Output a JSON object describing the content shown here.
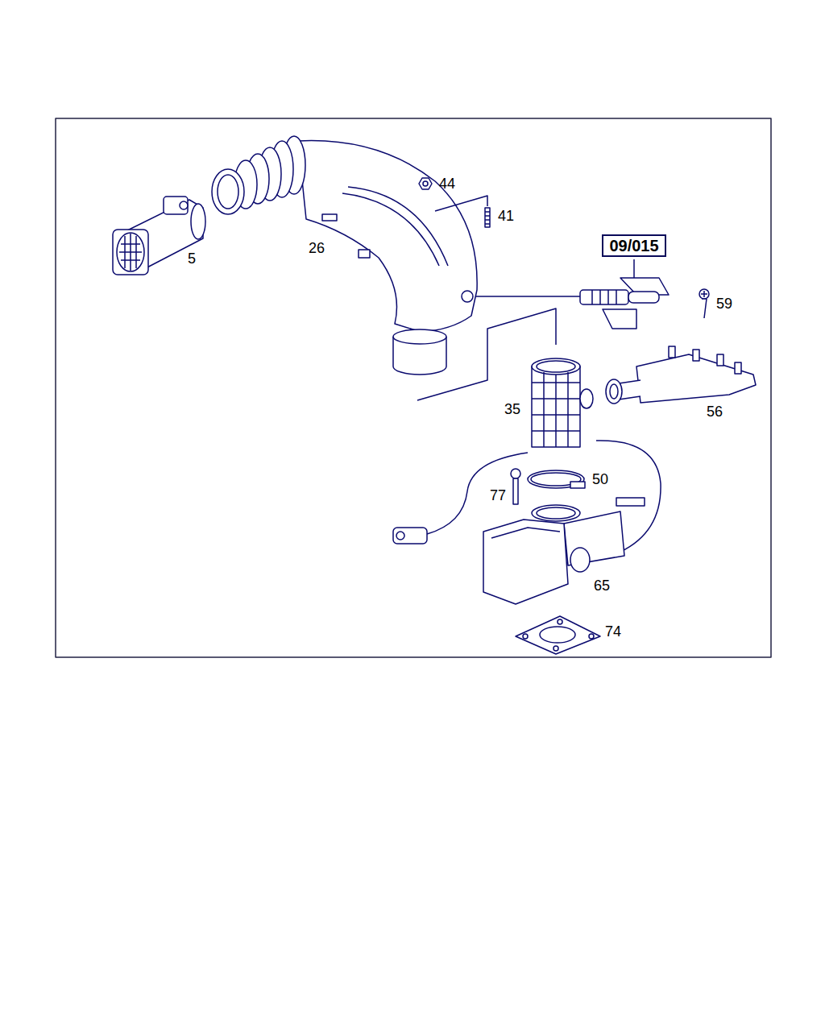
{
  "diagram": {
    "nodes": [
      {
        "text": [
          "09/015"
        ]
      }
    ],
    "labels": [
      "44",
      "41",
      "5",
      "26",
      "59",
      "35",
      "56",
      "50",
      "77",
      "65",
      "74"
    ]
  }
}
